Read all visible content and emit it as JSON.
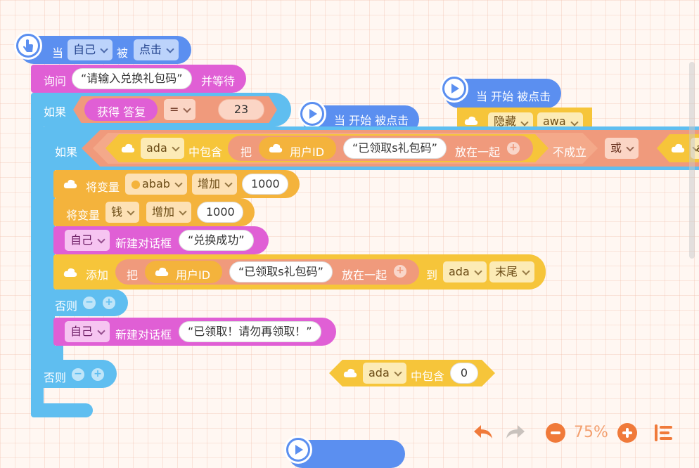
{
  "script1": {
    "hat_when": "当",
    "hat_target": "自己",
    "hat_by": "被",
    "hat_event": "点击",
    "ask_label": "询问",
    "ask_text": "“请输入兑换礼包码”",
    "ask_wait": "并等待",
    "if_label": "如果",
    "answer_label": "获得 答复",
    "eq_op": "=",
    "eq_value": "23",
    "inner_if_label": "如果",
    "list_var": "ada",
    "contains": "中包含",
    "join_label": "把",
    "user_id": "用户ID",
    "claimed_text": "“已领取s礼包码”",
    "join_together": "放在一起",
    "not_true": "不成立",
    "or_op": "或",
    "set_var_label": "将变量",
    "var_abab": "abab",
    "inc_op": "增加",
    "inc_value": "1000",
    "set_var_label2": "将变量",
    "var_money": "钱",
    "inc_op2": "增加",
    "inc_value2": "1000",
    "self_label": "自己",
    "new_dialog": "新建对话框",
    "dialog_success": "“兑换成功”",
    "add_label": "添加",
    "join_label2": "把",
    "user_id2": "用户ID",
    "claimed_text2": "“已领取s礼包码”",
    "join_together2": "放在一起",
    "to_label": "到",
    "list_var2": "ada",
    "end_pos": "末尾",
    "else_inner": "否则",
    "self_label2": "自己",
    "new_dialog2": "新建对话框",
    "dialog_claimed": "“已领取！请勿再领取！”",
    "else_outer": "否则"
  },
  "hat2": {
    "label": "当 开始 被点击"
  },
  "hat3": {
    "label": "当 开始 被点击",
    "hide": "隐藏",
    "target": "awa"
  },
  "hat4": {
    "label": ""
  },
  "floating": {
    "list_var": "ada",
    "contains": "中包含",
    "value": "0"
  },
  "partial": {
    "text": "a"
  },
  "toolbar": {
    "zoom": "75%"
  },
  "colors": {
    "control": "#5fbef0",
    "looks": "#e05fd5",
    "data": "#f4b33c",
    "operator": "#f09a7c",
    "event": "#5b8ff0",
    "toolbar_accent": "#f07a3a"
  }
}
